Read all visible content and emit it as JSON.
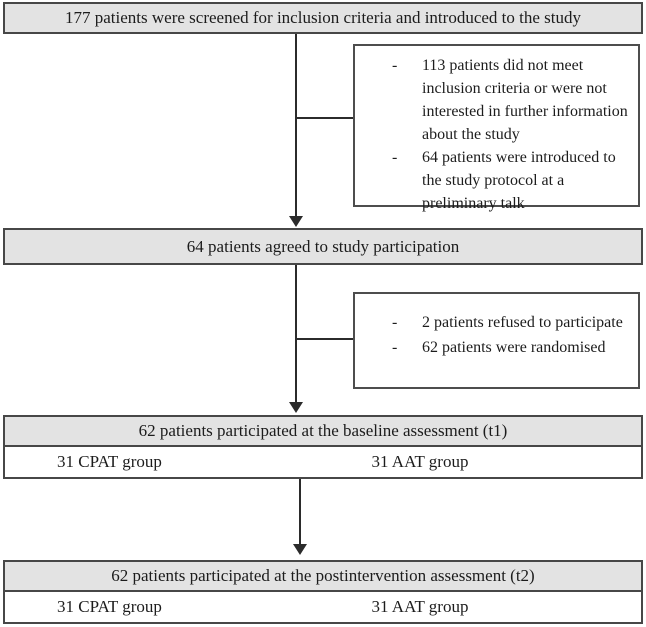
{
  "colors": {
    "box_fill": "#e3e3e3",
    "box_border": "#474747",
    "line": "#2b2b2b",
    "text": "#1c1c1c",
    "side_box_fill": "#ffffff"
  },
  "flow": {
    "bullet": "-",
    "screened_box": "177 patients were screened for inclusion criteria and introduced to the study",
    "exclusion1_items": [
      "113 patients did not meet inclusion criteria or were not interested in further information about the study",
      "64 patients were introduced to the study protocol at a preliminary talk"
    ],
    "agreed_box": "64 patients agreed to study participation",
    "exclusion2_items": [
      "2 patients refused to participate",
      "62 patients were randomised"
    ],
    "assessments": [
      {
        "header": "62 patients participated at the baseline assessment (t1)",
        "left_cell": "31 CPAT group",
        "right_cell": "31 AAT group"
      },
      {
        "header": "62 patients participated at the postintervention assessment (t2)",
        "left_cell": "31 CPAT group",
        "right_cell": "31 AAT group"
      }
    ]
  }
}
